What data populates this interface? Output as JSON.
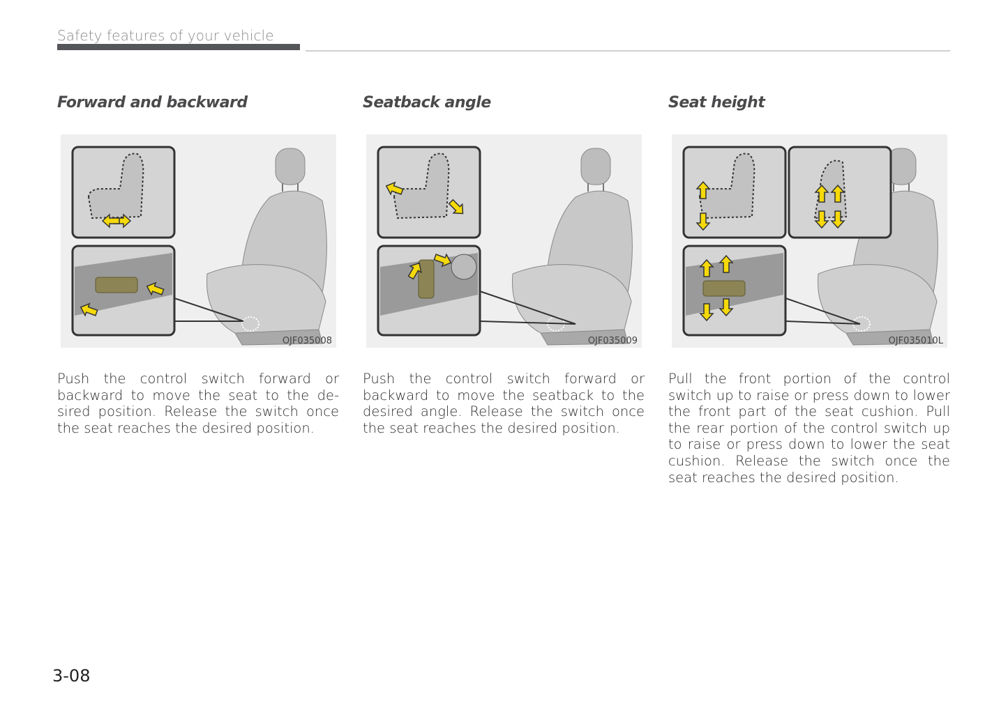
{
  "header": {
    "section_title": "Safety features of your vehicle"
  },
  "sections": [
    {
      "title": "Forward and backward",
      "figure_code": "OJF035008",
      "body": "Push the control switch forward or backward to move the seat to the de­sired position. Release the switch once the seat reaches the desired position."
    },
    {
      "title": "Seatback angle",
      "figure_code": "OJF035009",
      "body": "Push the control switch forward or backward to move the seatback to the desired angle. Release the switch once the seat reaches the desired position."
    },
    {
      "title": "Seat height",
      "figure_code": "OJF035010L",
      "body": "Pull the front portion of the control switch up to raise or press down to lower the front part of the seat cush­ion. Pull the rear portion of the control switch up to raise or press down to lower the seat cushion. Release the switch once the seat reaches the de­sired position."
    }
  ],
  "footer": {
    "page_number": "3-08"
  },
  "colors": {
    "arrow": "#f5d90a",
    "switch": "#8c8455",
    "panel": "#d4d4d4"
  }
}
